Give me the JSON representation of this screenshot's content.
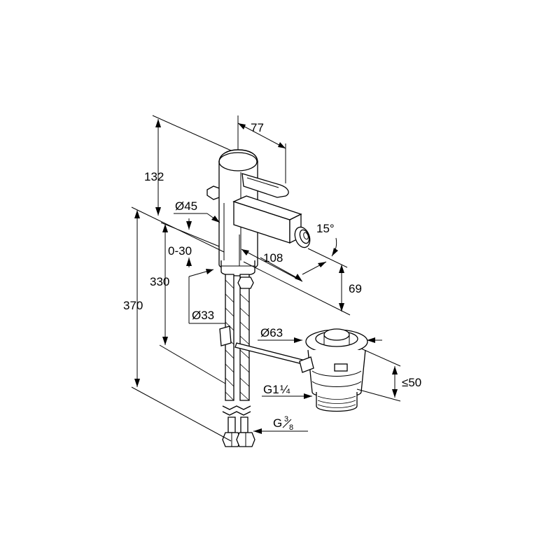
{
  "dimensions": {
    "lever_reach": "77",
    "top_height": "132",
    "body_diameter": "Ø45",
    "adjust_range": "0-30",
    "spout_reach": "108",
    "spout_angle": "15°",
    "height_330": "330",
    "height_370": "370",
    "spout_height": "69",
    "base_diameter": "Ø33",
    "waste_diameter": "Ø63",
    "waste_height": "≤50",
    "waste_thread_main": "G1",
    "waste_thread_frac": "¼",
    "hose_thread_main": "G",
    "hose_thread_num": "3",
    "hose_thread_den": "8"
  }
}
